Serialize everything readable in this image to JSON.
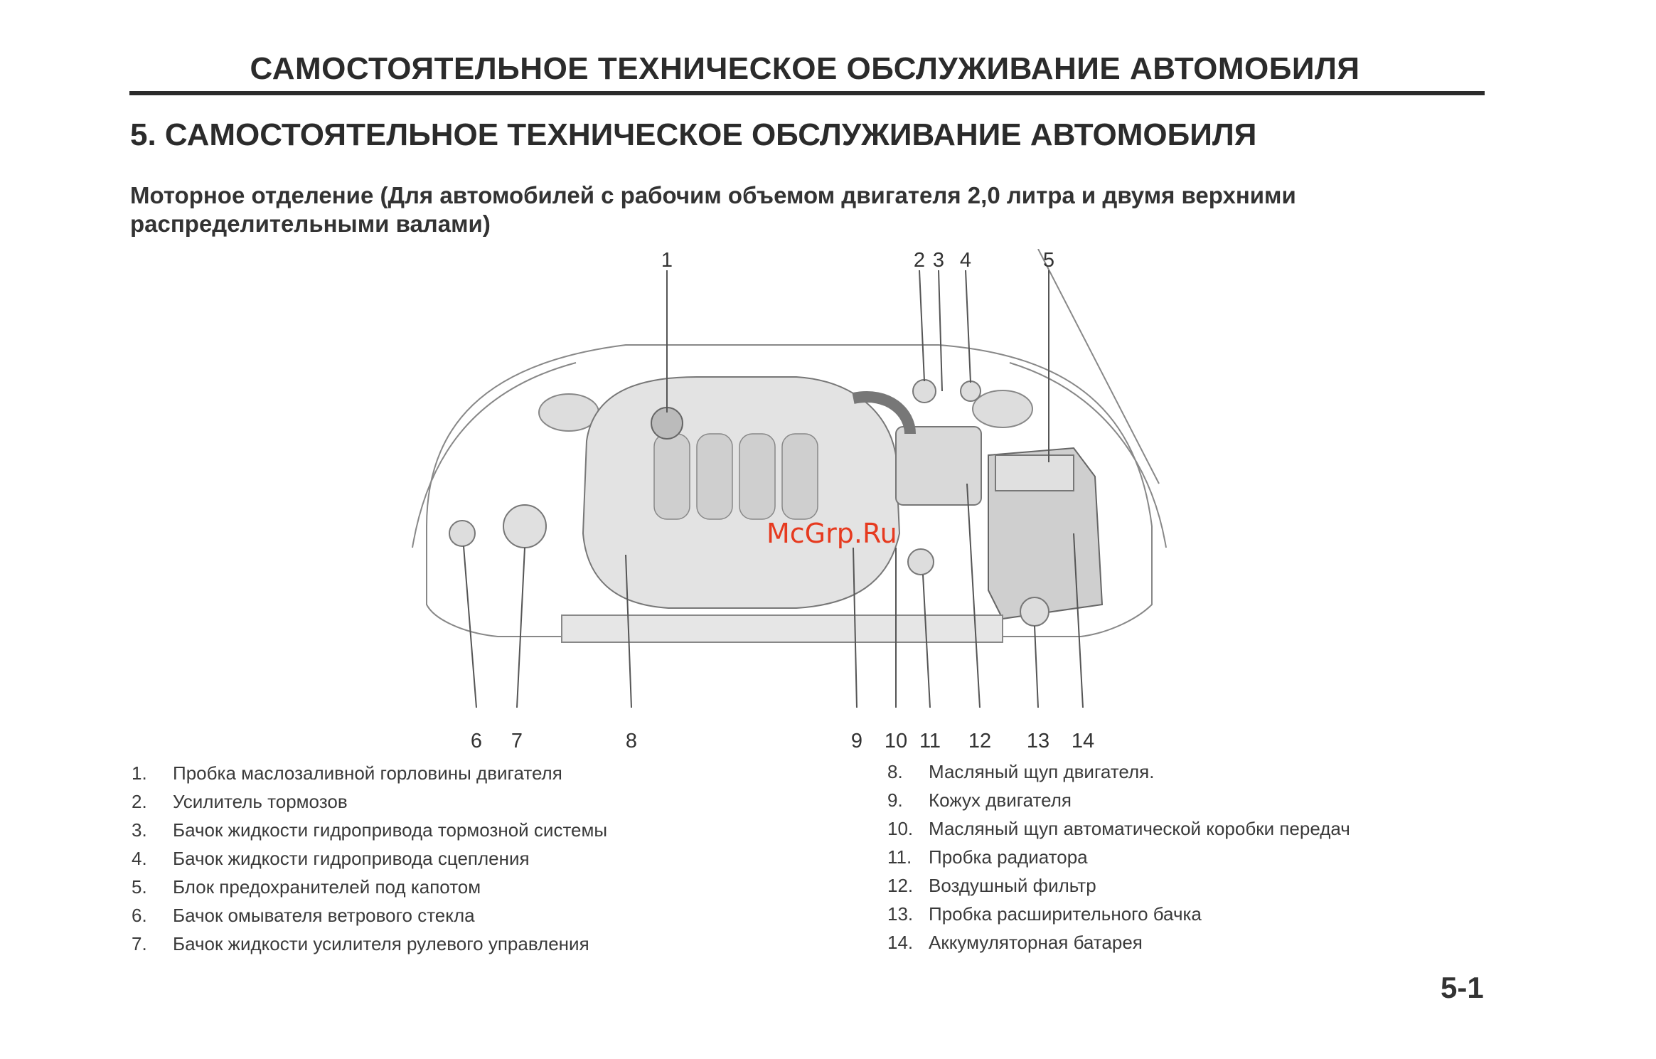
{
  "header": {
    "title": "САМОСТОЯТЕЛЬНОЕ ТЕХНИЧЕСКОЕ ОБСЛУЖИВАНИЕ АВТОМОБИЛЯ"
  },
  "section": {
    "title": "5. САМОСТОЯТЕЛЬНОЕ ТЕХНИЧЕСКОЕ ОБСЛУЖИВАНИЕ АВТОМОБИЛЯ"
  },
  "subtitle": {
    "line1": "Моторное отделение (Для автомобилей с рабочим объемом двигателя 2,0 литра и двумя верхними",
    "line2": "распределительными валами)"
  },
  "figure": {
    "watermark": "McGrp.Ru",
    "callouts_top": [
      "1",
      "2",
      "3",
      "4",
      "5"
    ],
    "callouts_bottom": [
      "6",
      "7",
      "8",
      "9",
      "10",
      "11",
      "12",
      "13",
      "14"
    ]
  },
  "legend_left": [
    {
      "num": "1.",
      "text": "Пробка маслозаливной горловины двигателя"
    },
    {
      "num": "2.",
      "text": "Усилитель тормозов"
    },
    {
      "num": "3.",
      "text": "Бачок жидкости гидропривода тормозной системы"
    },
    {
      "num": "4.",
      "text": "Бачок жидкости гидропривода сцепления"
    },
    {
      "num": "5.",
      "text": "Блок предохранителей под капотом"
    },
    {
      "num": "6.",
      "text": "Бачок омывателя ветрового стекла"
    },
    {
      "num": "7.",
      "text": "Бачок жидкости усилителя рулевого управления"
    }
  ],
  "legend_right": [
    {
      "num": "8.",
      "text": "Масляный щуп двигателя."
    },
    {
      "num": "9.",
      "text": "Кожух двигателя"
    },
    {
      "num": "10.",
      "text": "Масляный щуп автоматической коробки передач"
    },
    {
      "num": "11.",
      "text": "Пробка радиатора"
    },
    {
      "num": "12.",
      "text": "Воздушный фильтр"
    },
    {
      "num": "13.",
      "text": "Пробка расширительного бачка"
    },
    {
      "num": "14.",
      "text": "Аккумуляторная батарея"
    }
  ],
  "page_number": "5-1"
}
